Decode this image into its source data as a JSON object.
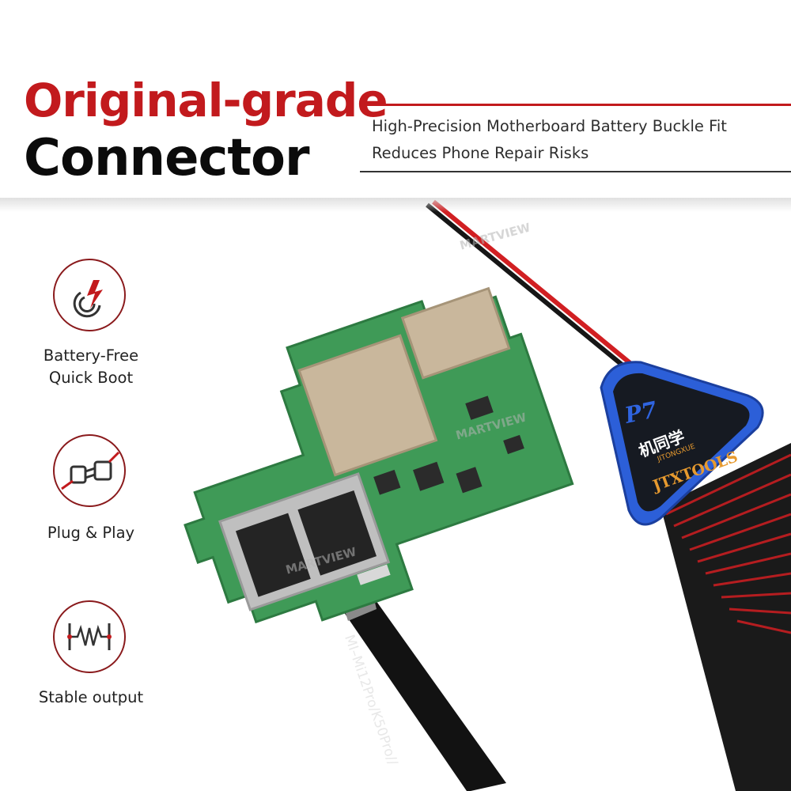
{
  "header": {
    "title_line1": "Original-grade",
    "title_line2": "Connector",
    "subtitle_line1": "High-Precision Motherboard Battery Buckle Fit",
    "subtitle_line2": "Reduces Phone Repair Risks"
  },
  "features": [
    {
      "icon": "lightning-power-icon",
      "line1": "Battery-Free",
      "line2": "Quick Boot"
    },
    {
      "icon": "plug-icon",
      "line1": "Plug & Play",
      "line2": ""
    },
    {
      "icon": "waveform-output-icon",
      "line1": "Stable output",
      "line2": ""
    }
  ],
  "product": {
    "cable_text": "MI–Mi12Pro/K50Pro//",
    "brand_model": "P7",
    "brand_chinese": "机同学",
    "brand_pinyin": "JITONGXUE",
    "brand_name": "JTXTOOLS",
    "watermark": "MARTVIEW"
  },
  "colors": {
    "accent_red": "#c21a1d",
    "title_dark": "#0b0b0b",
    "pcb_green": "#3f9a57",
    "connector_blue": "#2f64e0"
  }
}
